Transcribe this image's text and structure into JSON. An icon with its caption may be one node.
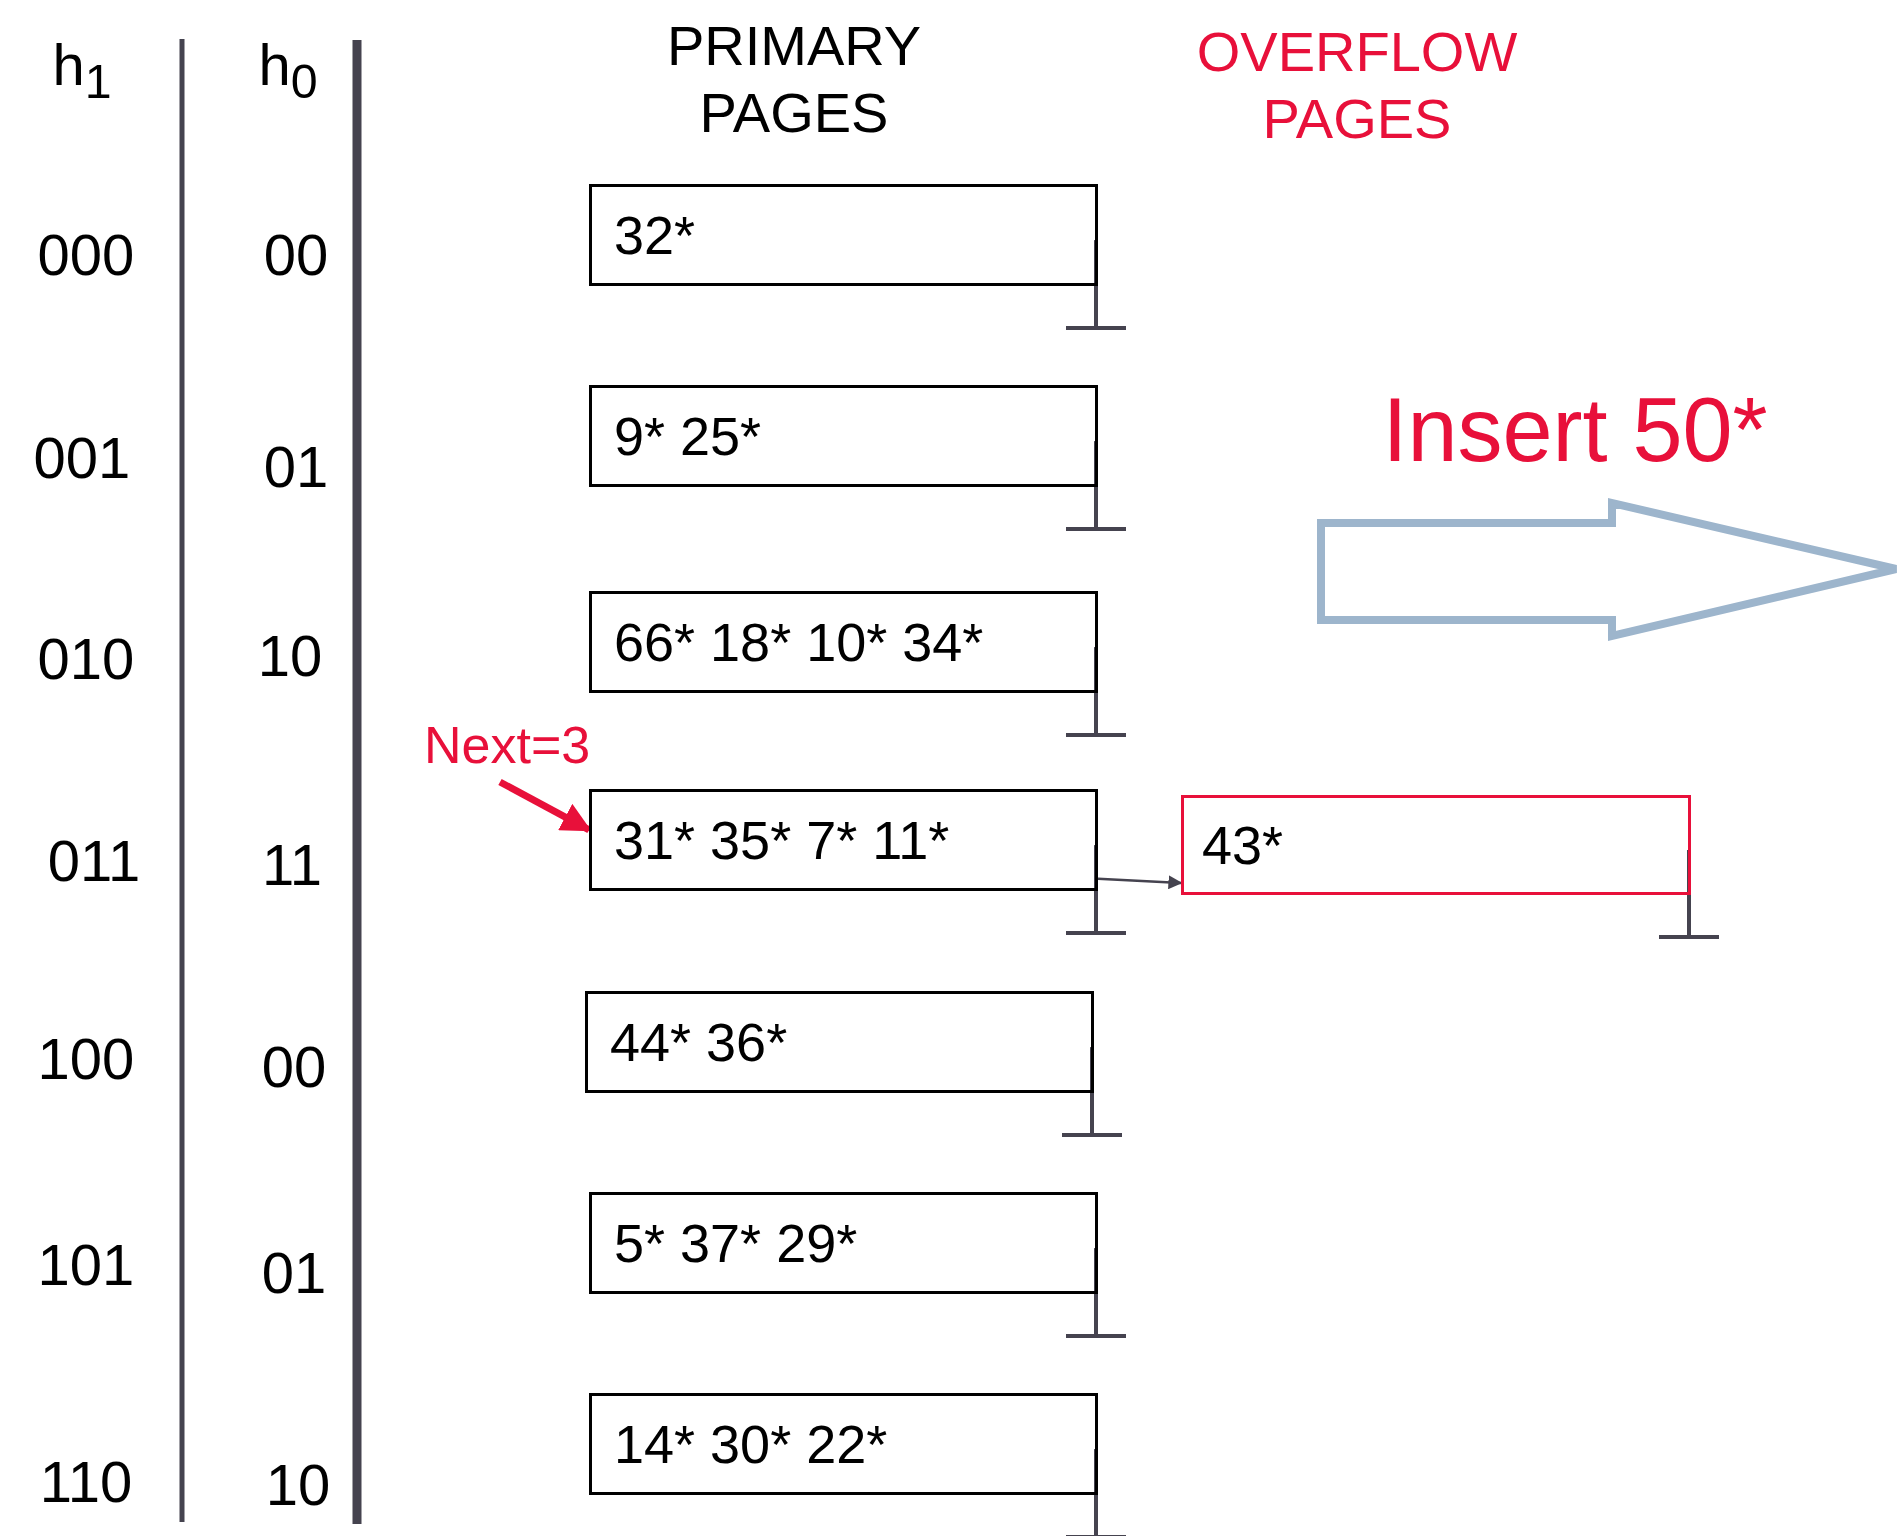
{
  "diagram": {
    "nodes": [
      {
        "text": [
          "32*"
        ]
      },
      {
        "text": [
          "9* 25*"
        ]
      },
      {
        "text": [
          "66* 18* 10* 34*"
        ]
      },
      {
        "text": [
          "31* 35* 7* 11*"
        ]
      },
      {
        "text": [
          "44* 36*"
        ]
      },
      {
        "text": [
          "5* 37* 29*"
        ]
      },
      {
        "text": [
          "14* 30* 22*"
        ]
      },
      {
        "text": [
          "43*"
        ]
      },
      {
        "text": [
          "Next=3"
        ]
      }
    ],
    "edges": [
      {
        "from": 3,
        "to": 7,
        "arrow": "to"
      },
      {
        "from": 8,
        "to": 3,
        "arrow": "to",
        "style": "thick",
        "color": "#e8103a"
      }
    ],
    "labels": [
      "h$_{1}$",
      "h$_{0}$",
      "PRIMARY PAGES",
      "OVERFLOW PAGES",
      "000",
      "00",
      "001",
      "01",
      "Insert 50*",
      "010",
      "10",
      "011",
      "11",
      "100",
      "00",
      "101",
      "01",
      "110",
      "10"
    ]
  }
}
